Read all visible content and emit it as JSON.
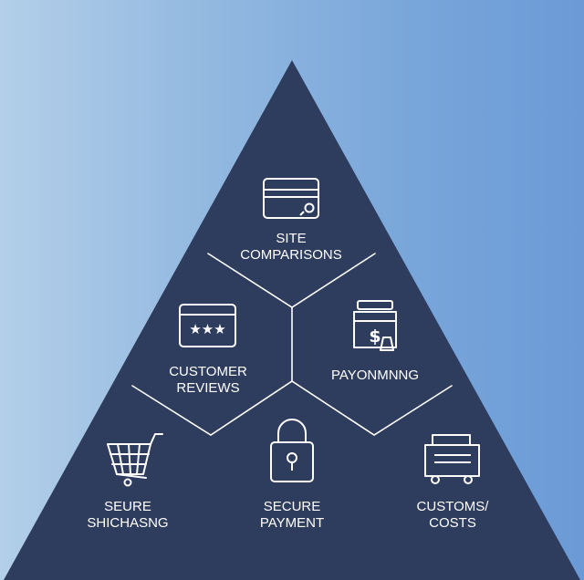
{
  "diagram": {
    "colors": {
      "background_left": "#b3cfe9",
      "background_right": "#6b9ad6",
      "pyramid_fill": "#2e3c5e",
      "line_color": "#ffffff"
    },
    "sections": [
      {
        "id": "site-comparisons",
        "icon": "credit-card-icon",
        "lines": [
          "SITE",
          "COMPARISONS"
        ]
      },
      {
        "id": "customer-reviews",
        "icon": "browser-stars-icon",
        "lines": [
          "CUSTOMER",
          "REVIEWS"
        ]
      },
      {
        "id": "payonmnng",
        "icon": "money-jar-icon",
        "lines": [
          "PAYONMNNG"
        ]
      },
      {
        "id": "seure-shichasng",
        "icon": "shopping-cart-icon",
        "lines": [
          "SEURE",
          "SHICHASNG"
        ]
      },
      {
        "id": "secure-payment",
        "icon": "padlock-icon",
        "lines": [
          "SECURE",
          "PAYMENT"
        ]
      },
      {
        "id": "customs-costs",
        "icon": "delivery-truck-icon",
        "lines": [
          "CUSTOMS/",
          "COSTS"
        ]
      }
    ]
  }
}
